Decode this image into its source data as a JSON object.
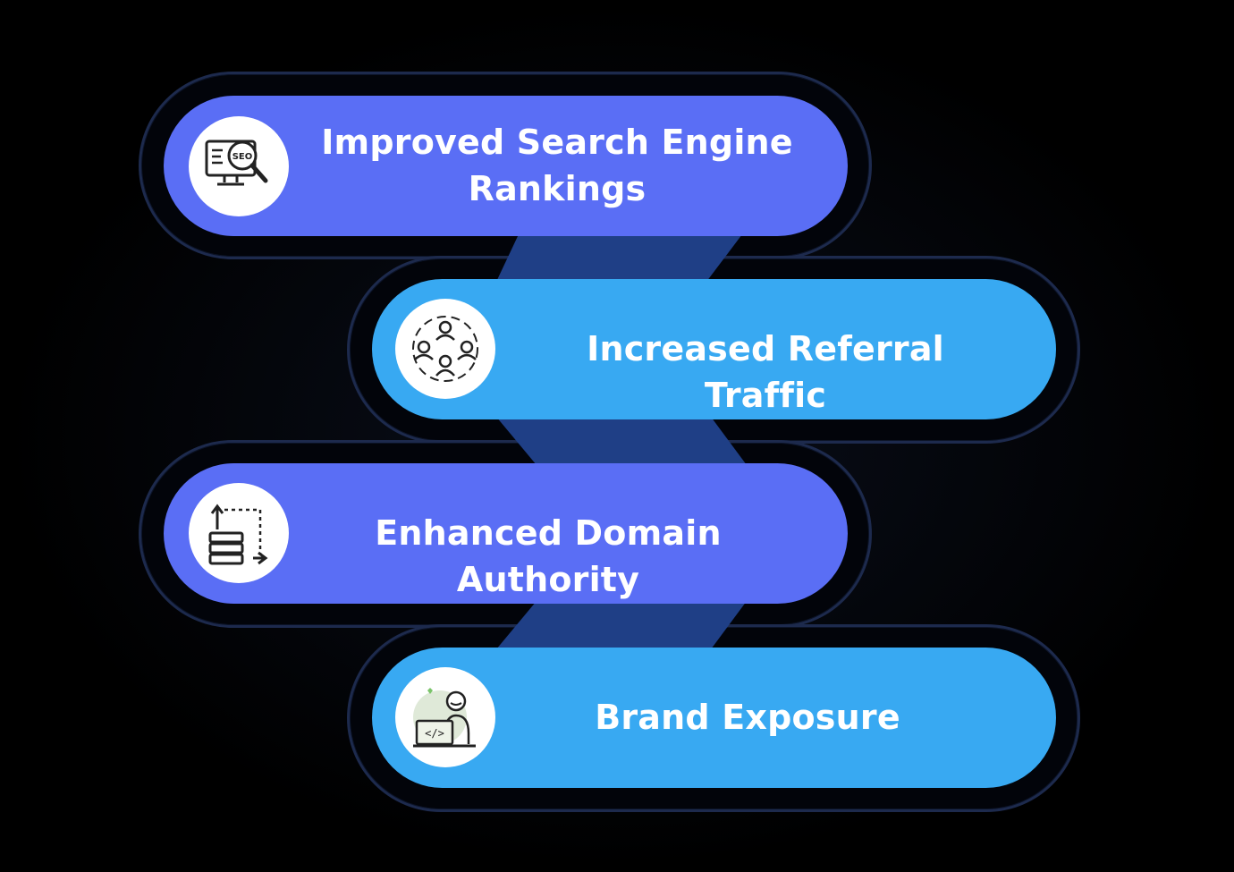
{
  "items": [
    {
      "label": "Improved Search Engine Rankings",
      "icon": "seo-monitor-icon"
    },
    {
      "label": "Increased Referral Traffic",
      "icon": "people-network-icon"
    },
    {
      "label": "Enhanced Domain Authority",
      "icon": "server-stack-icon"
    },
    {
      "label": "Brand Exposure",
      "icon": "developer-laptop-icon"
    }
  ],
  "icon_texts": {
    "seo": "SEO",
    "code": "</>"
  },
  "colors": {
    "background": "#000000",
    "pill_indigo": "#5a6ef5",
    "pill_sky": "#38a9f2",
    "connector": "#1f3f86",
    "outline": "#1d2a4d",
    "label_text": "#ffffff",
    "icon_bg": "#ffffff"
  }
}
